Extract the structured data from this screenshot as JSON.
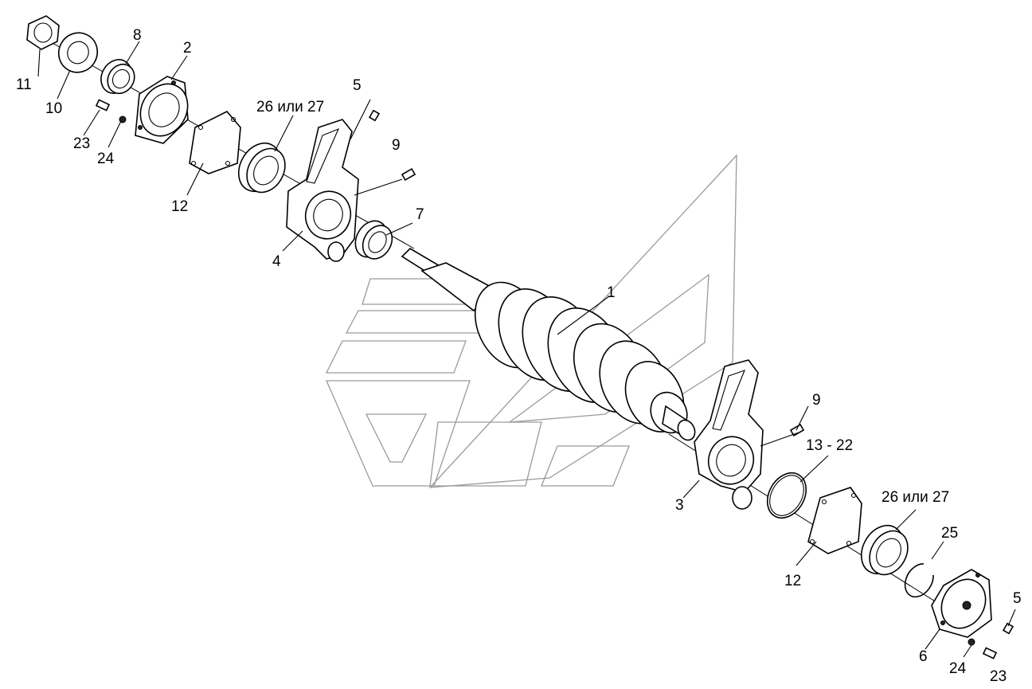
{
  "labels": {
    "l1": "1",
    "l2": "2",
    "l3": "3",
    "l4": "4",
    "l5a": "5",
    "l5b": "5",
    "l6": "6",
    "l7": "7",
    "l8": "8",
    "l9a": "9",
    "l9b": "9",
    "l10": "10",
    "l11": "11",
    "l12a": "12",
    "l12b": "12",
    "l13": "13 - 22",
    "l23a": "23",
    "l23b": "23",
    "l24a": "24",
    "l24b": "24",
    "l25": "25",
    "l26a": "26 или 27",
    "l26b": "26 или 27"
  }
}
